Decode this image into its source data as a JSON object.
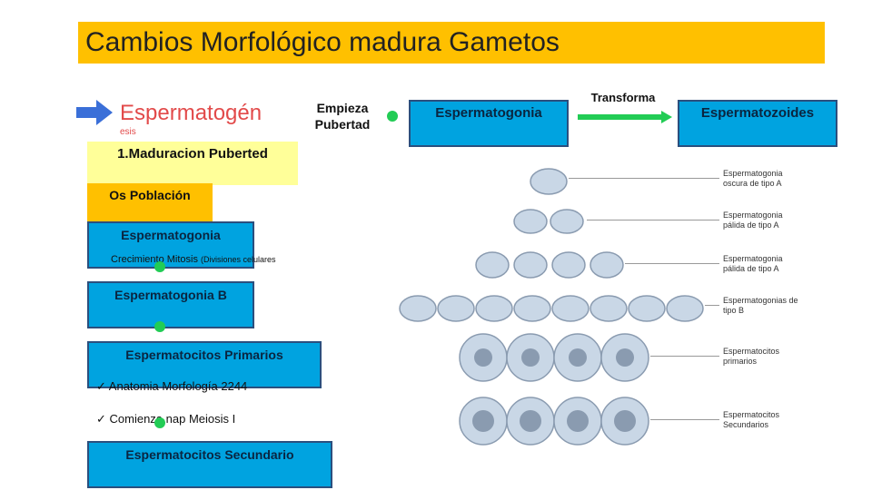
{
  "slide": {
    "title": "Cambios Morfológico madura Gametos",
    "section_title": "Espermatogén",
    "section_title_tail": "esis",
    "stage_box": "1.Maduracion Puberted",
    "orange_box": "Os Población",
    "left_boxes": [
      "Espermatogonia",
      "Espermatogonia B",
      "Espermatocitos Primarios",
      "Espermatocitos Secundario"
    ],
    "note_1": "Crecimiento Mitosis",
    "note_1_suffix": "(Divisiones celulares",
    "bullet_1": "Anatomia Morfología 2244",
    "bullet_2": "Comienza nap Meiosis I",
    "top_flow": {
      "start_label": "Empieza Pubertad",
      "box_1": "Espermatogonia",
      "transform_label": "Transforma",
      "box_2": "Espermatozoides"
    },
    "diagram_labels": [
      "Espermatogonia oscura de tipo A",
      "Espermatogonia pálida de tipo A",
      "Espermatogonia pálida de tipo A",
      "Espermatogonias de tipo B",
      "Espermatocitos primarios",
      "Espermatocitos Secundarios"
    ]
  },
  "colors": {
    "title_bg": "#ffc000",
    "blue_box": "#00a3e0",
    "yellow_box": "#ffff99",
    "accent_red": "#e24a4a",
    "check_green": "#22cc55",
    "arrow_blue": "#3a6fd8"
  },
  "icons": [
    "right-arrow-icon",
    "check-icon",
    "flow-arrow-icon"
  ]
}
